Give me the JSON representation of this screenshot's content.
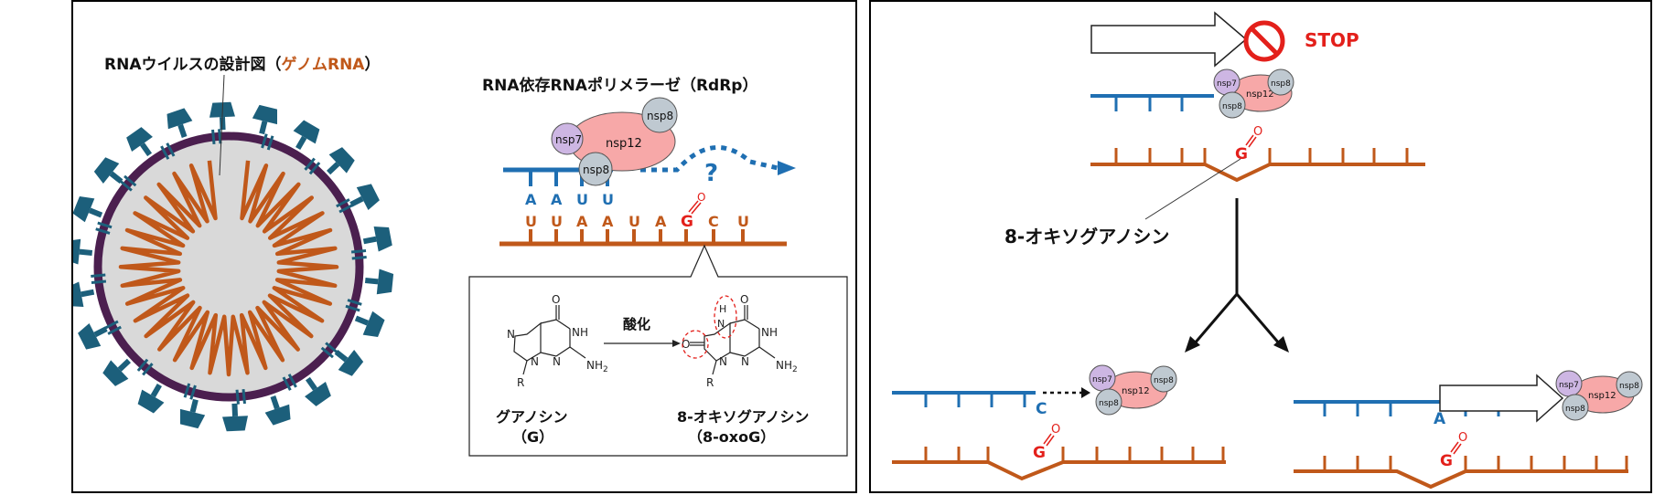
{
  "left_panel": {
    "virus_label_prefix": "RNAウイルスの設計図（",
    "virus_label_genome": "ゲノムRNA",
    "virus_label_suffix": "）",
    "rdrp_title": "RNA依存RNAポリメラーゼ（RdRp）",
    "complex": {
      "nsp7": "nsp7",
      "nsp12": "nsp12",
      "nsp8": "nsp8"
    },
    "question_mark": "?",
    "top_strand_bases": [
      "A",
      "A",
      "U",
      "U"
    ],
    "bottom_strand_bases": [
      "U",
      "U",
      "A",
      "A",
      "U",
      "A",
      "G",
      "C",
      "U"
    ],
    "oxo_mark": "O",
    "inset": {
      "arrow_label": "酸化",
      "guanosine_name": "グアノシン",
      "guanosine_abbr": "（G）",
      "oxog_name": "8-オキソグアノシン",
      "oxog_abbr": "（8-oxoG）",
      "atoms": {
        "O": "O",
        "NH": "NH",
        "N": "N",
        "NH2": "NH",
        "sub2": "2",
        "R": "R",
        "H": "H"
      }
    }
  },
  "right_panel": {
    "stop_label": "STOP",
    "lesion_label": "8-オキソグアノシン",
    "base_G": "G",
    "base_C": "C",
    "base_A": "A",
    "oxo_mark": "O",
    "complex": {
      "nsp7": "nsp7",
      "nsp12": "nsp12",
      "nsp8": "nsp8"
    }
  },
  "colors": {
    "rna_blue": "#1f6fb2",
    "rna_orange": "#c0581a",
    "lesion_red": "#e3201b",
    "spike_teal": "#1c5f7b",
    "membrane": "#4b1f4f",
    "virion_fill": "#d9d9d9",
    "nsp12_fill": "#f7a8a8",
    "nsp8_fill": "#bfc9d1",
    "nsp7_fill": "#cdb6e3"
  }
}
